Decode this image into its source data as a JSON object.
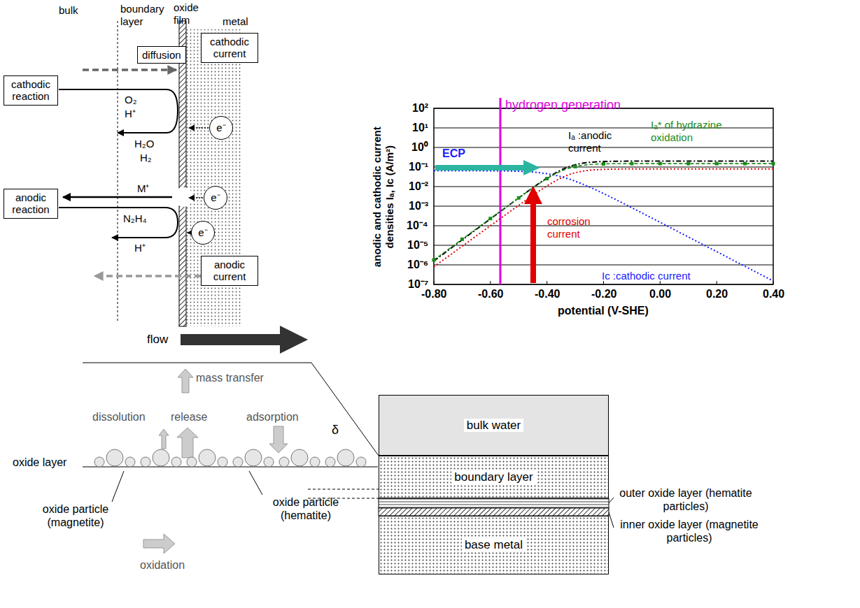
{
  "diagram": {
    "nodes": [
      {
        "text": [
          "diffusion"
        ]
      },
      {
        "text": [
          "cathodic current"
        ]
      },
      {
        "text": [
          "cathodic reaction"
        ]
      },
      {
        "text": [
          "e⁻"
        ]
      },
      {
        "text": [
          "e⁻"
        ]
      },
      {
        "text": [
          "anodic reaction"
        ]
      },
      {
        "text": [
          "e⁻"
        ]
      },
      {
        "text": [
          "anodic current"
        ]
      },
      {
        "text": [
          "bulk water"
        ]
      },
      {
        "text": [
          "boundary layer"
        ]
      },
      {
        "text": [
          "base metal"
        ]
      }
    ],
    "labels": [
      "bulk",
      "boundary layer",
      "oxide film",
      "metal",
      "O₂",
      "H⁺",
      "H₂O",
      "H₂",
      "M⁺",
      "N₂H₄",
      "H⁺",
      "hydrogen generation",
      "10²",
      "10¹",
      "10⁰",
      "10⁻¹",
      "10⁻²",
      "10⁻³",
      "10⁻⁴",
      "10⁻⁵",
      "10⁻⁶",
      "10⁻⁷",
      "-0.80",
      "-0.60",
      "-0.40",
      "-0.20",
      "0.00",
      "0.20",
      "0.40",
      "potential (V-SHE)",
      "anodic and cathodic current densities Iₐ, Ic (A/m²)",
      "ECP",
      "Iₐ :anodic current",
      "Iₐ* of hydrazine oxidation",
      "corrosion current",
      "Ic :cathodic current",
      "flow",
      "mass transfer",
      "dissolution",
      "release",
      "adsorption",
      "δ",
      "oxide layer",
      "oxide particle (magnetite)",
      "oxidation",
      "oxide particle (hematite)",
      "outer oxide layer (hematite particles)",
      "inner oxide layer (magnetite particles)"
    ]
  }
}
